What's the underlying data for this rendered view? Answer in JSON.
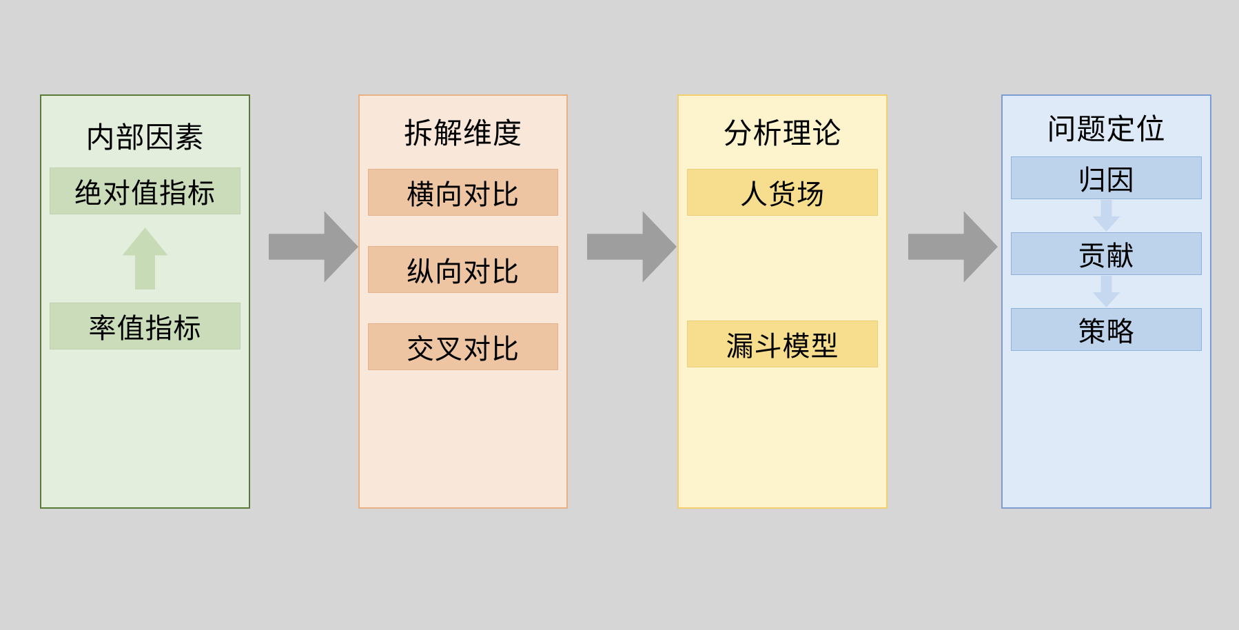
{
  "background_color": "#d6d6d6",
  "diagram": {
    "type": "flow",
    "panels": [
      {
        "id": "internal-factors",
        "title": "内部因素",
        "accent_color": "#5a7a3a",
        "fill_color": "#e4eedd",
        "box_color": "#cbdcbb",
        "items": [
          "绝对值指标",
          "率值指标"
        ],
        "inner_arrow": "arrow-up"
      },
      {
        "id": "breakdown-dimension",
        "title": "拆解维度",
        "accent_color": "#e8b083",
        "fill_color": "#f9e7d9",
        "box_color": "#eec5a3",
        "items": [
          "横向对比",
          "纵向对比",
          "交叉对比"
        ]
      },
      {
        "id": "analysis-theory",
        "title": "分析理论",
        "accent_color": "#f2ce6d",
        "fill_color": "#fdf4cd",
        "box_color": "#f7dd8e",
        "items": [
          "人货场",
          "漏斗模型"
        ]
      },
      {
        "id": "problem-location",
        "title": "问题定位",
        "accent_color": "#7c9cd2",
        "fill_color": "#deeaf7",
        "box_color": "#bdd3ec",
        "items": [
          "归因",
          "贡献",
          "策略"
        ],
        "inner_arrow": "arrow-down"
      }
    ],
    "connectors": [
      {
        "id": "connector-1",
        "icon": "arrow-right-icon",
        "color": "#9e9e9e"
      },
      {
        "id": "connector-2",
        "icon": "arrow-right-icon",
        "color": "#9e9e9e"
      },
      {
        "id": "connector-3",
        "icon": "arrow-right-icon",
        "color": "#9e9e9e"
      }
    ]
  }
}
